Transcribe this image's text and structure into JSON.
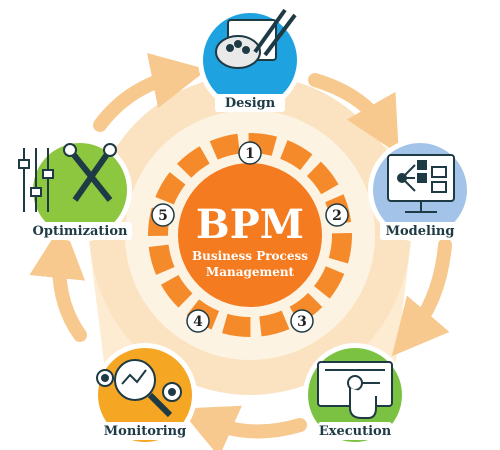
{
  "center": {
    "title": "BPM",
    "subtitle_line1": "Business Process",
    "subtitle_line2": "Management"
  },
  "steps": [
    {
      "number": "1",
      "label": "Design",
      "color": "#1fa3e0",
      "icon": "palette-brush-pencil-icon"
    },
    {
      "number": "2",
      "label": "Modeling",
      "color": "#a3c4e8",
      "icon": "flowchart-monitor-icon"
    },
    {
      "number": "3",
      "label": "Execution",
      "color": "#7cc242",
      "icon": "hand-pointer-screen-icon"
    },
    {
      "number": "4",
      "label": "Monitoring",
      "color": "#f5a623",
      "icon": "magnifier-gears-icon"
    },
    {
      "number": "5",
      "label": "Optimization",
      "color": "#8dc63f",
      "icon": "wrench-screwdriver-sliders-icon"
    }
  ],
  "colors": {
    "center_fill": "#f47b20",
    "inner_ring": "#f58a2a",
    "outer_ring": "#f9d8a8",
    "outline": "#1e3a44"
  }
}
